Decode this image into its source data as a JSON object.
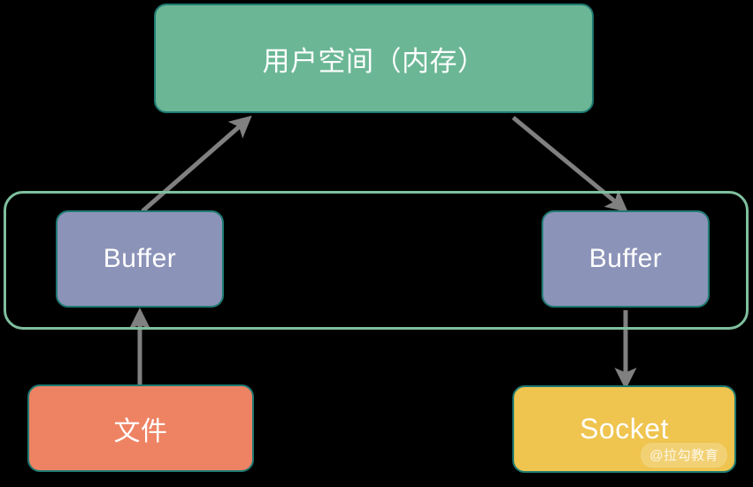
{
  "diagram": {
    "title": "IO data copy flow",
    "background_color": "#000000",
    "nodes": {
      "user_space": {
        "label": "用户空间（内存）",
        "fill": "#6BB795",
        "stroke": "#1F7A72",
        "text_color": "#FFFFFF"
      },
      "kernel_container": {
        "label": "",
        "fill": "transparent",
        "stroke": "#7FBF9E"
      },
      "buffer_left": {
        "label": "Buffer",
        "fill": "#8C93B8",
        "stroke": "#1F7A72",
        "text_color": "#FFFFFF"
      },
      "buffer_right": {
        "label": "Buffer",
        "fill": "#8C93B8",
        "stroke": "#1F7A72",
        "text_color": "#FFFFFF"
      },
      "file": {
        "label": "文件",
        "fill": "#EE8364",
        "stroke": "#1F7A72",
        "text_color": "#FFFFFF"
      },
      "socket": {
        "label": "Socket",
        "fill": "#EFC44F",
        "stroke": "#1F7A72",
        "text_color": "#FFFFFF"
      }
    },
    "edges": [
      {
        "id": "file-to-buffer-left",
        "from": "file",
        "to": "buffer_left",
        "label": "",
        "color": "#808080",
        "direction": "up"
      },
      {
        "id": "buffer-left-to-user",
        "from": "buffer_left",
        "to": "user_space",
        "label": "",
        "color": "#808080",
        "direction": "up-right"
      },
      {
        "id": "user-to-buffer-right",
        "from": "user_space",
        "to": "buffer_right",
        "label": "",
        "color": "#808080",
        "direction": "down-right"
      },
      {
        "id": "buffer-right-to-socket",
        "from": "buffer_right",
        "to": "socket",
        "label": "",
        "color": "#808080",
        "direction": "down"
      }
    ],
    "watermark": {
      "text": "@拉勾教育"
    }
  }
}
